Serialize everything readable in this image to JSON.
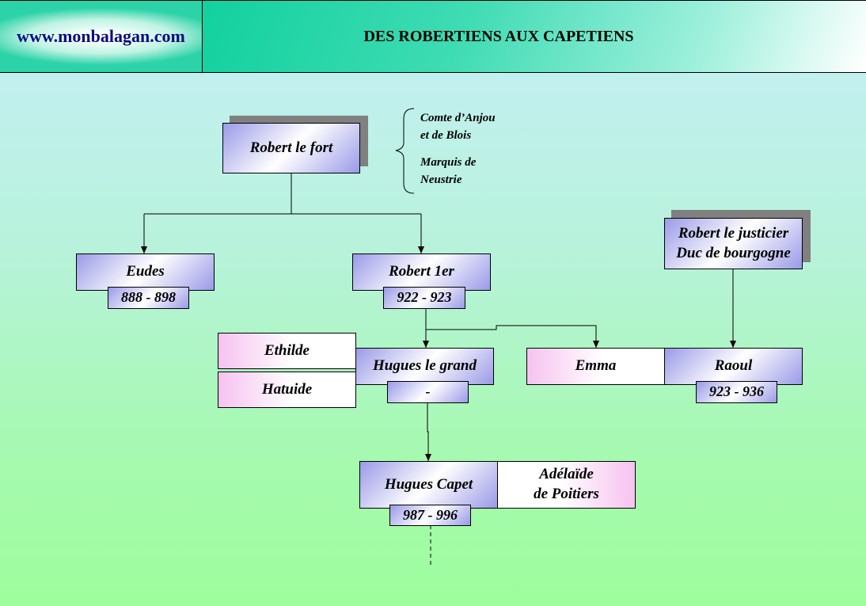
{
  "header": {
    "site": "www.monbalagan.com",
    "title": "DES ROBERTIENS AUX CAPETIENS"
  },
  "nodes": {
    "robert_le_fort": "Robert le fort",
    "eudes": {
      "name": "Eudes",
      "dates": "888 - 898"
    },
    "robert_1er": {
      "name": "Robert 1er",
      "dates": "922 - 923"
    },
    "robert_justicier": {
      "line1": "Robert le justicier",
      "line2": "Duc de bourgogne"
    },
    "ethilde": "Ethilde",
    "hatuide": "Hatuide",
    "hugues_le_grand": {
      "name": "Hugues le grand",
      "dates": "-"
    },
    "emma": "Emma",
    "raoul": {
      "name": "Raoul",
      "dates": "923 - 936"
    },
    "hugues_capet": {
      "name": "Hugues Capet",
      "dates": "987 - 996"
    },
    "adelaide": {
      "line1": "Adélaïde",
      "line2": "de Poitiers"
    }
  },
  "titles": {
    "line1": "Comte d’Anjou",
    "line2": "et de Blois",
    "line3": "Marquis de",
    "line4": "Neustrie"
  }
}
